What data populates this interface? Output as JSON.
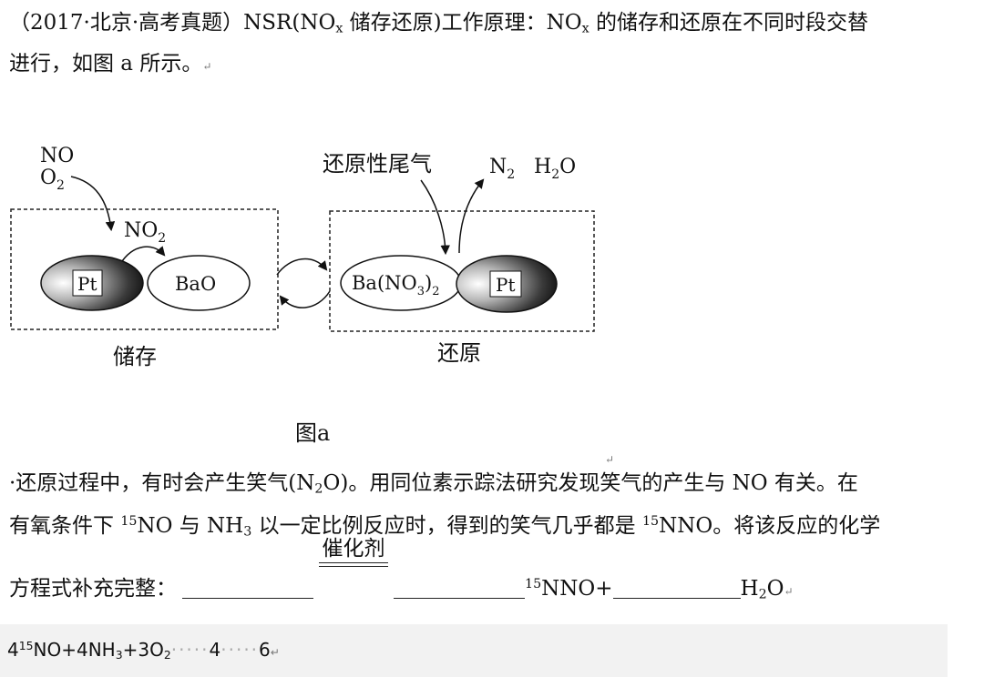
{
  "intro": {
    "line1_prefix": "（2017·北京·高考真题）NSR(NO",
    "line1_sub": "x",
    "line1_mid": " 储存还原)工作原理：NO",
    "line1_sub2": "x",
    "line1_suffix": " 的储存和还原在不同时段交替",
    "line2": "进行，如图 a 所示。",
    "return_mark": "↵"
  },
  "diagram": {
    "inputs_no": "NO",
    "inputs_o2": "O",
    "o2_sub": "2",
    "no2": "NO",
    "no2_sub": "2",
    "pt_left": "Pt",
    "bao": "BaO",
    "reducing_gas": "还原性尾气",
    "n2": "N",
    "n2_sub": "2",
    "h2o_h": "H",
    "h2o_sub": "2",
    "h2o_o": "O",
    "ba_no3": "Ba(NO",
    "ba_no3_sub": "3",
    "ba_close": ")",
    "ba_sub2": "2",
    "pt_right": "Pt",
    "label_storage": "储存",
    "label_reduction": "还原",
    "caption": "图a"
  },
  "question": {
    "line1_prefix": "·还原过程中，有时会产生笑气(N",
    "line1_sub": "2",
    "line1_suffix": "O)。用同位素示踪法研究发现笑气的产生与 NO 有关。在",
    "line2_a": "有氧条件下 ",
    "line2_sup1": "15",
    "line2_b": "NO 与 NH",
    "line2_sub": "3",
    "line2_c": " 以一定比例反应时，得到的笑气几乎都是 ",
    "line2_sup2": "15",
    "line2_d": "NNO。将该反应的化学",
    "line3_prefix": "方程式补充完整：",
    "catalyst": "催化剂",
    "sup_15": "15",
    "nno_plus": "NNO+",
    "h2o_h": "H",
    "h2o_sub": "2",
    "h2o_o": "O",
    "return_mark": "↵"
  },
  "answer": {
    "coef1": "4",
    "sup15": "15",
    "part1": "NO+4NH",
    "sub3": "3",
    "part2": "+3O",
    "sub2": "2",
    "dots1": "·····",
    "coef2": "4",
    "dots2": "·····",
    "coef3": "6",
    "return_mark": "↵"
  }
}
